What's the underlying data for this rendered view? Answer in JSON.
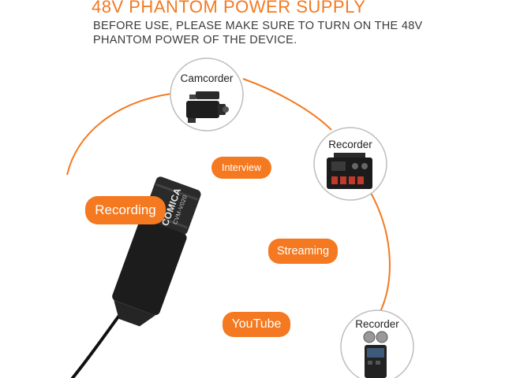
{
  "header": {
    "title": "48V PHANTOM POWER SUPPLY",
    "subtitle_line1": "BEFORE USE, PLEASE MAKE SURE TO TURN ON THE 48V",
    "subtitle_line2": "PHANTOM POWER OF THE DEVICE."
  },
  "nodes": {
    "camcorder": {
      "label": "Camcorder",
      "icon": "camcorder-icon"
    },
    "recorder_desk": {
      "label": "Recorder",
      "icon": "field-recorder-icon"
    },
    "recorder_handheld": {
      "label": "Recorder",
      "icon": "handheld-recorder-icon"
    }
  },
  "tags": {
    "interview": "Interview",
    "recording": "Recording",
    "streaming": "Streaming",
    "youtube": "YouTube"
  },
  "adapter": {
    "brand": "COMICA",
    "model": "CVM-V020"
  },
  "colors": {
    "accent": "#f47920",
    "text_dark": "#3a3a3a",
    "adapter_body": "#1c1c1c"
  }
}
